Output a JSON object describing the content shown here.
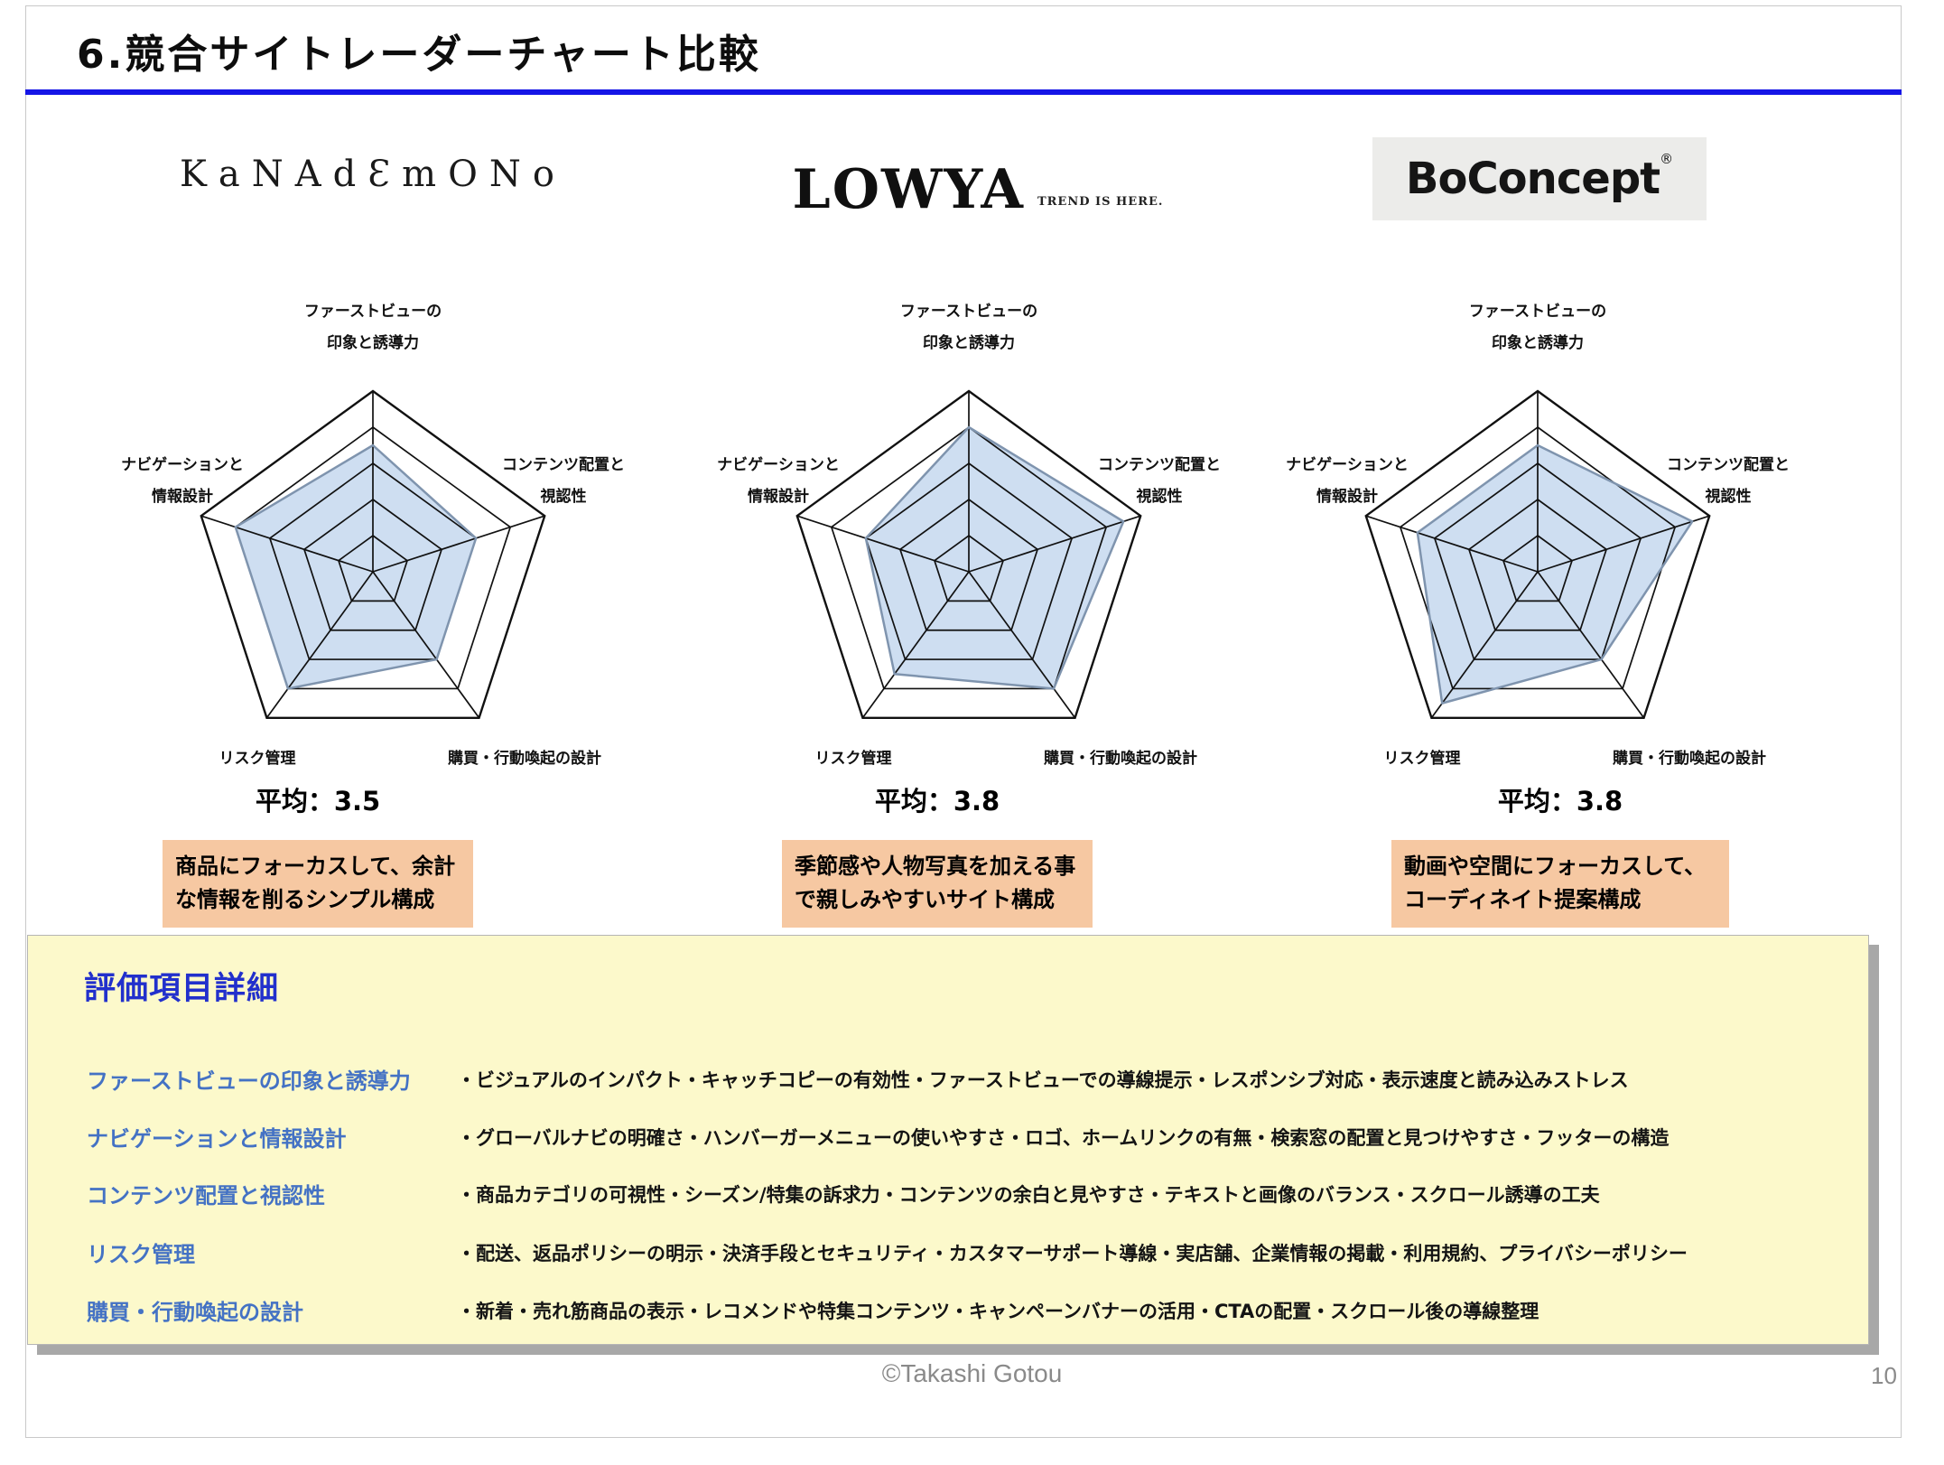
{
  "header": {
    "title": "6.競合サイトレーダーチャート比較"
  },
  "colors": {
    "title_rule_blue": "#1515E6",
    "radar_fill": "#CBDCF0",
    "radar_fill_stroke": "#7F94AE",
    "radar_grid": "#111111",
    "comment_bg": "#F6C8A2",
    "panel_bg": "#FCF9CB",
    "panel_title_blue": "#2230CC",
    "eval_label_blue": "#4472C4"
  },
  "radar_axes": {
    "labels": [
      "ファーストビューの印象と誘導力",
      "コンテンツ配置と視認性",
      "購買・行動喚起の設計",
      "リスク管理",
      "ナビゲーションと情報設計"
    ],
    "label_lines": [
      [
        "ファーストビューの",
        "印象と誘導力"
      ],
      [
        "コンテンツ配置と",
        "視認性"
      ],
      [
        "購買・行動喚起の設計"
      ],
      [
        "リスク管理"
      ],
      [
        "ナビゲーションと",
        "情報設計"
      ]
    ]
  },
  "charts": [
    {
      "brand": "KANADEMONO",
      "logo_text": "KaNAdƐmONo",
      "average_label": "平均：3.5",
      "comment": "商品にフォーカスして、余計な情報を削るシンプル構成"
    },
    {
      "brand": "LOWYA",
      "logo_text": "LOWYA",
      "logo_tagline": "TREND IS HERE.",
      "average_label": "平均：3.8",
      "comment": "季節感や人物写真を加える事で親しみやすいサイト構成"
    },
    {
      "brand": "BoConcept",
      "logo_text": "BoConcept",
      "logo_mark": "®",
      "average_label": "平均：3.8",
      "comment": "動画や空間にフォーカスして、コーディネイト提案構成"
    }
  ],
  "chart_data": [
    {
      "type": "radar",
      "title": "KANADEMONO",
      "categories": [
        "ファーストビューの印象と誘導力",
        "コンテンツ配置と視認性",
        "購買・行動喚起の設計",
        "リスク管理",
        "ナビゲーションと情報設計"
      ],
      "values": [
        3.5,
        3,
        3,
        4,
        4
      ],
      "average": 3.5,
      "rlim": [
        0,
        5
      ],
      "rings": 5,
      "grid": true,
      "legend": "none"
    },
    {
      "type": "radar",
      "title": "LOWYA",
      "categories": [
        "ファーストビューの印象と誘導力",
        "コンテンツ配置と視認性",
        "購買・行動喚起の設計",
        "リスク管理",
        "ナビゲーションと情報設計"
      ],
      "values": [
        4,
        4.5,
        4,
        3.5,
        3
      ],
      "average": 3.8,
      "rlim": [
        0,
        5
      ],
      "rings": 5,
      "grid": true,
      "legend": "none"
    },
    {
      "type": "radar",
      "title": "BoConcept",
      "categories": [
        "ファーストビューの印象と誘導力",
        "コンテンツ配置と視認性",
        "購買・行動喚起の設計",
        "リスク管理",
        "ナビゲーションと情報設計"
      ],
      "values": [
        3.5,
        4.5,
        3,
        4.5,
        3.5
      ],
      "average": 3.8,
      "rlim": [
        0,
        5
      ],
      "rings": 5,
      "grid": true,
      "legend": "none"
    }
  ],
  "evaluation_panel": {
    "title": "評価項目詳細",
    "items": [
      {
        "label": "ファーストビューの印象と誘導力",
        "description": "・ビジュアルのインパクト・キャッチコピーの有効性・ファーストビューでの導線提示・レスポンシブ対応・表示速度と読み込みストレス"
      },
      {
        "label": "ナビゲーションと情報設計",
        "description": "・グローバルナビの明確さ・ハンバーガーメニューの使いやすさ・ロゴ、ホームリンクの有無・検索窓の配置と見つけやすさ・フッターの構造"
      },
      {
        "label": "コンテンツ配置と視認性",
        "description": "・商品カテゴリの可視性・シーズン/特集の訴求力・コンテンツの余白と見やすさ・テキストと画像のバランス・スクロール誘導の工夫"
      },
      {
        "label": "リスク管理",
        "description": "・配送、返品ポリシーの明示・決済手段とセキュリティ・カスタマーサポート導線・実店舗、企業情報の掲載・利用規約、プライバシーポリシー"
      },
      {
        "label": "購買・行動喚起の設計",
        "description": "・新着・売れ筋商品の表示・レコメンドや特集コンテンツ・キャンペーンバナーの活用・CTAの配置・スクロール後の導線整理"
      }
    ]
  },
  "footer": {
    "credit": "©Takashi Gotou",
    "page_number": "10"
  }
}
